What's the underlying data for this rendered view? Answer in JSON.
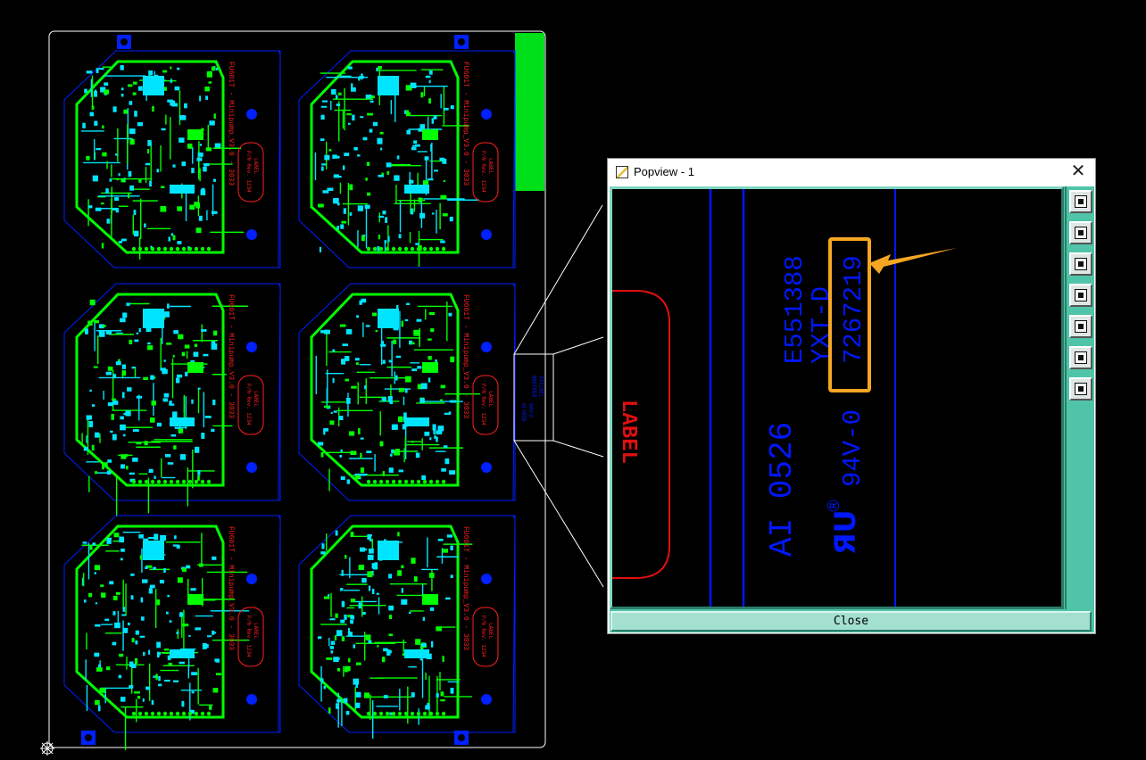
{
  "window": {
    "title": "Popview - 1",
    "close_glyph": "✕",
    "close_button_label": "Close"
  },
  "toolbar": [
    {
      "icon": "fit-window-icon"
    },
    {
      "icon": "pan-up-icon"
    },
    {
      "icon": "pan-down-icon"
    },
    {
      "icon": "pan-left-icon"
    },
    {
      "icon": "pan-right-icon"
    },
    {
      "icon": "zoom-in-icon"
    },
    {
      "icon": "zoom-out-icon"
    }
  ],
  "board": {
    "silk_line_1": "FU601T - Minipump_V3.0 - 3033",
    "silk_line_2": "P/N Rev. 1234",
    "label_box_text": "LABEL",
    "colors": {
      "copper_green": "#00ff00",
      "pad_cyan": "#00e5ff",
      "outline_blue": "#0020ff",
      "silk_red": "#ff2020",
      "edge_white": "#ffffff",
      "highlight_orange": "#f5a623"
    }
  },
  "zoom": {
    "label": "LABEL",
    "text_1": "E551388",
    "text_2": "YXT-D",
    "text_3": "7267219",
    "text_4": "AI 0526",
    "text_5": "94V-0",
    "ul_mark": "ЯU",
    "registered": "®"
  }
}
